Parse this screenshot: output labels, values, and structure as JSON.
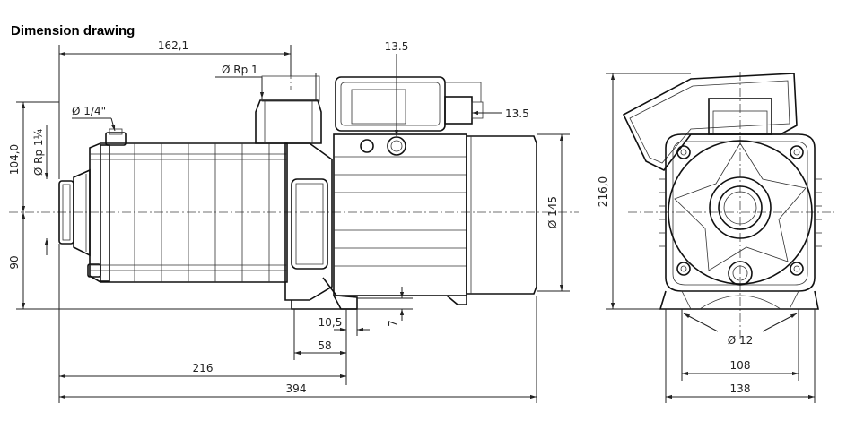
{
  "title": "Dimension drawing",
  "dimensions": {
    "d162_1": "162,1",
    "rp1": "Ø Rp 1",
    "d13_5_top": "13.5",
    "d13_5_right": "13.5",
    "quarter": "Ø 1/4\"",
    "d104": "104,0",
    "rp114": "Ø Rp 1¼",
    "d90": "90",
    "d145": "Ø 145",
    "d10_5": "10,5",
    "d7": "7",
    "d58": "58",
    "d216_bottom": "216",
    "d394": "394",
    "d216_side": "216,0",
    "d12": "Ø 12",
    "d108": "108",
    "d138": "138"
  }
}
